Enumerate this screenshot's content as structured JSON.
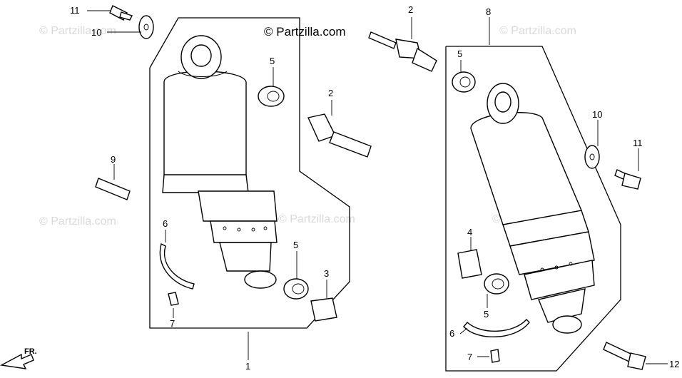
{
  "brand": {
    "text": "© Partzilla.com"
  },
  "watermark": {
    "text": "© Partzilla.com"
  },
  "direction": {
    "label": "FR."
  },
  "callouts": {
    "c1": "1",
    "c2a": "2",
    "c2b": "2",
    "c3": "3",
    "c4": "4",
    "c5a": "5",
    "c5b": "5",
    "c5c": "5",
    "c5d": "5",
    "c6a": "6",
    "c6b": "6",
    "c7a": "7",
    "c7b": "7",
    "c8": "8",
    "c9": "9",
    "c10a": "10",
    "c10b": "10",
    "c11a": "11",
    "c11b": "11",
    "c12": "12"
  }
}
